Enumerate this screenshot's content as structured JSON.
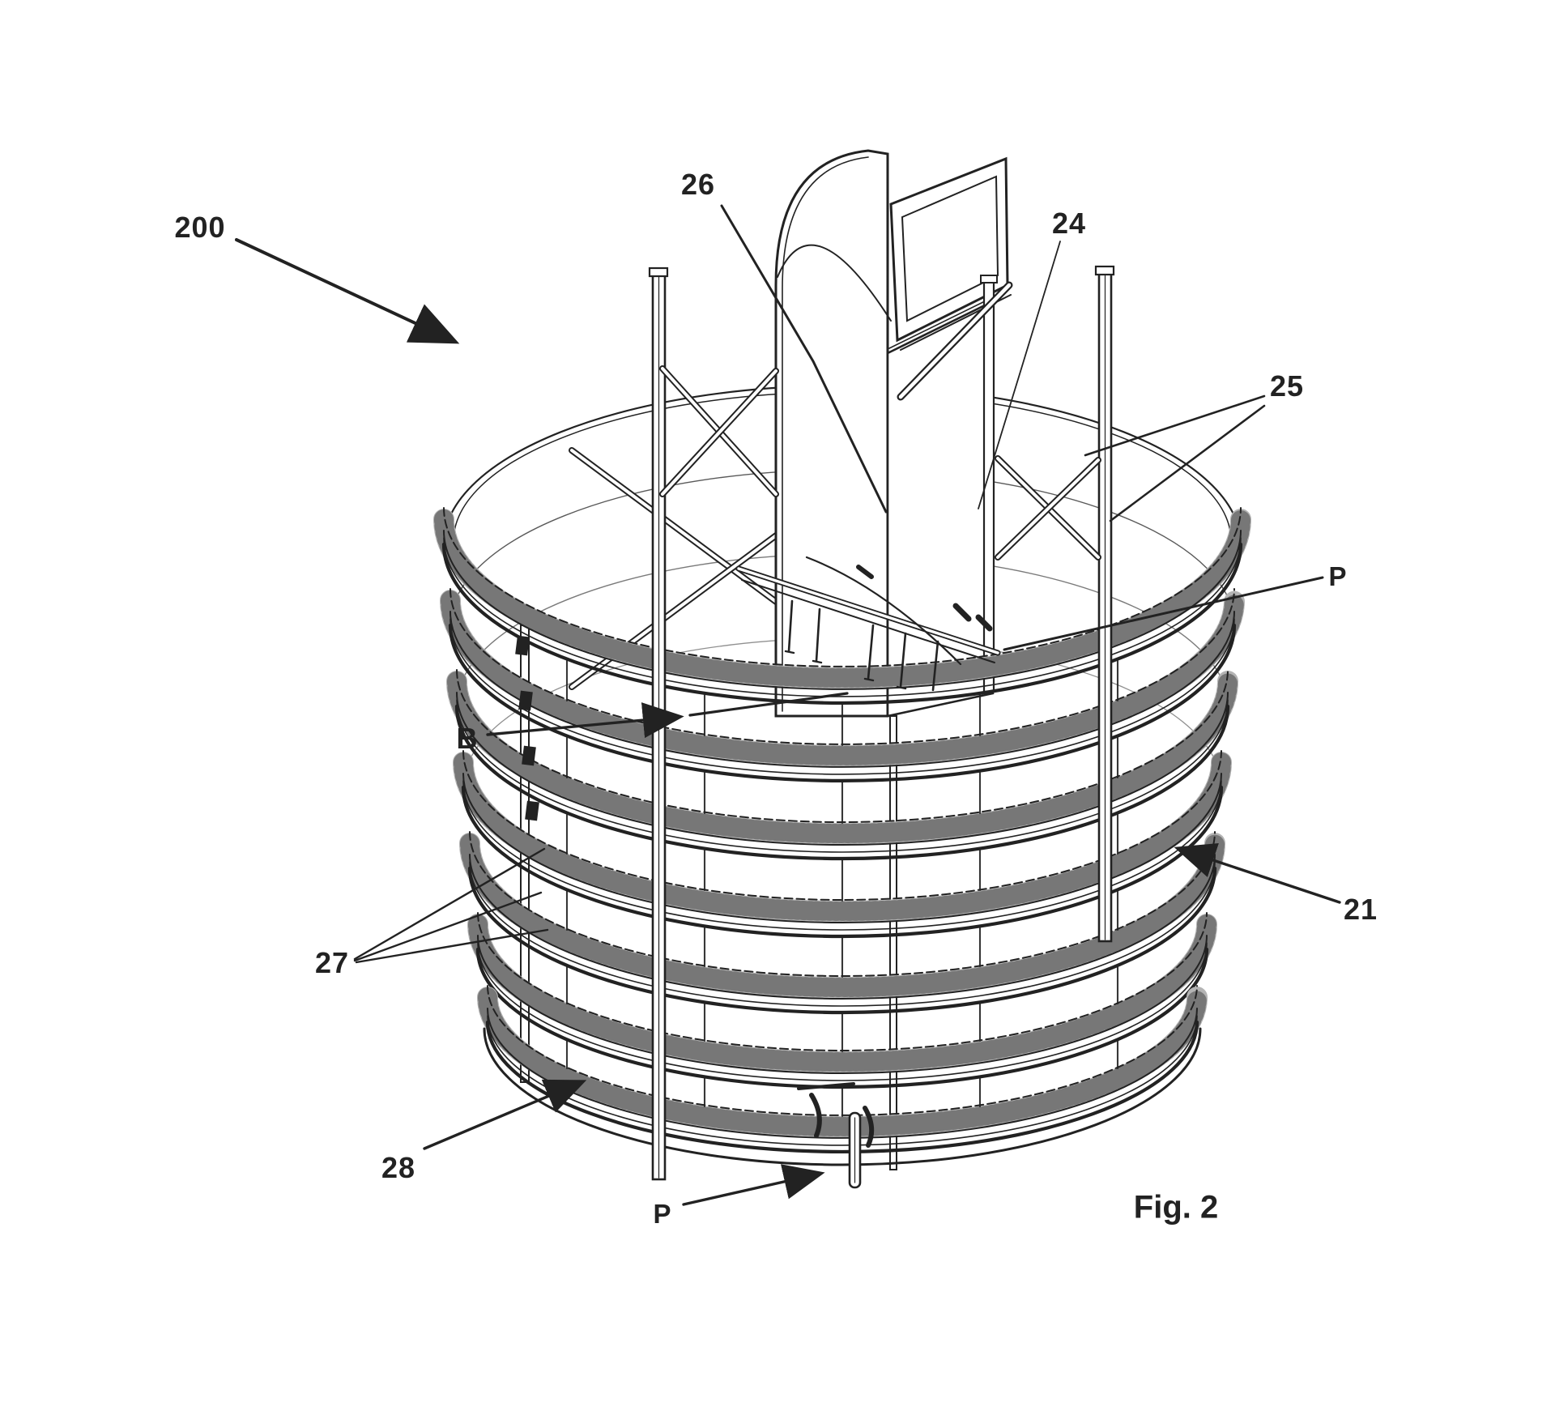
{
  "figure": {
    "caption": "Fig. 2"
  },
  "reference_labels": {
    "n200": "200",
    "n26": "26",
    "n24": "24",
    "n25": "25",
    "p_right": "P",
    "b": "B",
    "n21": "21",
    "n27": "27",
    "n28": "28",
    "p_bottom": "P"
  },
  "colors": {
    "ink": "#222222",
    "background": "#ffffff",
    "mesh_gray": "#b4b4b4"
  }
}
